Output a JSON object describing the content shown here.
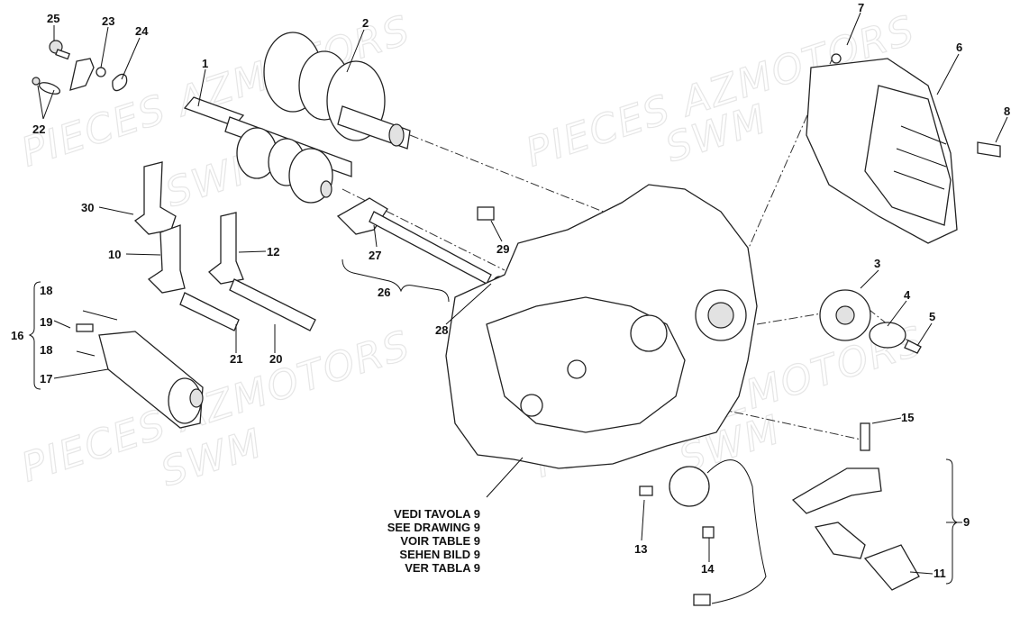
{
  "watermarks": [
    "PIECES AZMOTORS",
    "SWM",
    "PIECES AZMOTORS",
    "SWM",
    "PIECES AZMOTORS",
    "SWM"
  ],
  "callouts": [
    "1",
    "2",
    "3",
    "4",
    "5",
    "6",
    "7",
    "8",
    "9",
    "10",
    "11",
    "12",
    "13",
    "14",
    "15",
    "16",
    "17",
    "18",
    "18",
    "19",
    "20",
    "21",
    "22",
    "23",
    "24",
    "25",
    "26",
    "27",
    "28",
    "29",
    "30"
  ],
  "reference_note": [
    "VEDI TAVOLA 9",
    "SEE DRAWING 9",
    "VOIR TABLE 9",
    "SEHEN BILD 9",
    "VER TABLA 9"
  ]
}
